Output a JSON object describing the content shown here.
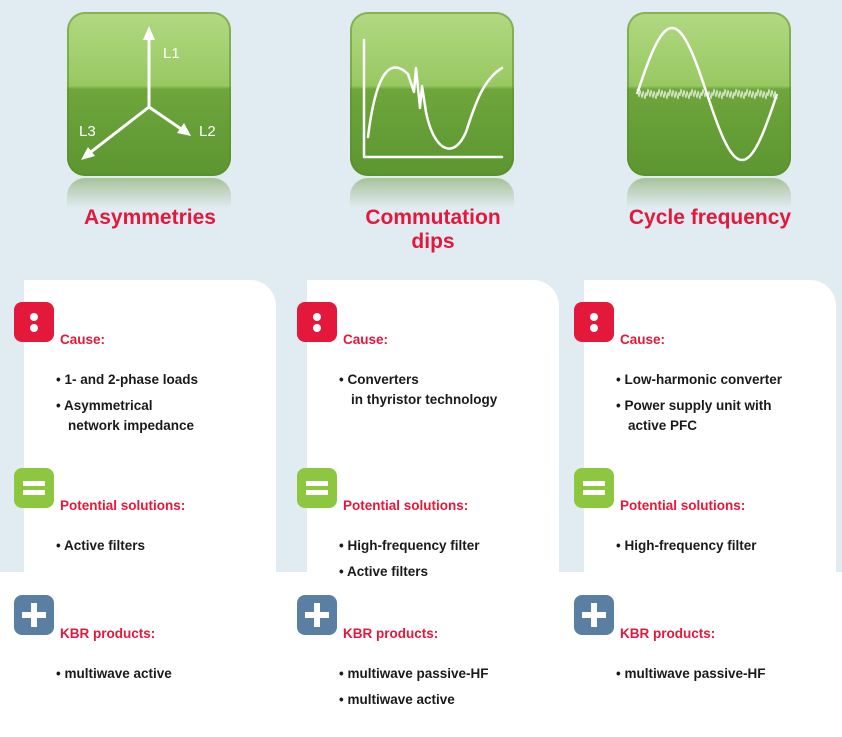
{
  "columns": [
    {
      "title": "Asymmetries",
      "icon": "three-phase-vector-icon",
      "icon_labels": [
        "L1",
        "L2",
        "L3"
      ],
      "cause_label": "Cause:",
      "cause_items": [
        "1- and 2-phase loads",
        "Asymmetrical\nnetwork impedance"
      ],
      "solutions_label": "Potential solutions:",
      "solution_items": [
        "Active filters"
      ],
      "products_label": "KBR products:",
      "product_items": [
        "multiwave active"
      ]
    },
    {
      "title": "Commutation dips",
      "icon": "commutation-waveform-icon",
      "cause_label": "Cause:",
      "cause_items": [
        "Converters\nin thyristor technology"
      ],
      "solutions_label": "Potential solutions:",
      "solution_items": [
        "High-frequency filter",
        "Active filters"
      ],
      "products_label": "KBR products:",
      "product_items": [
        "multiwave passive-HF",
        "multiwave active"
      ]
    },
    {
      "title": "Cycle frequency",
      "icon": "sine-noise-waveform-icon",
      "cause_label": "Cause:",
      "cause_items": [
        "Low-harmonic converter",
        "Power supply unit with\nactive PFC"
      ],
      "solutions_label": "Potential solutions:",
      "solution_items": [
        "High-frequency filter"
      ],
      "products_label": "KBR products:",
      "product_items": [
        "multiwave passive-HF"
      ]
    }
  ],
  "colors": {
    "accent_red": "#e3183b",
    "solution_green": "#8dc63f",
    "product_blue": "#5b7fa3",
    "tile_green": "#98c862",
    "background": "#e1ebf2"
  }
}
